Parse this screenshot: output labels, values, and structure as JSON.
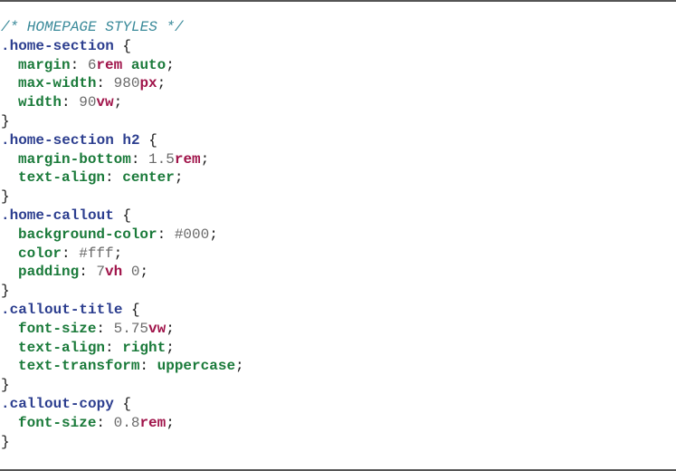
{
  "code": {
    "comment": "/* HOMEPAGE STYLES */",
    "rules": [
      {
        "selector": ".home-section",
        "declarations": [
          {
            "prop": "margin",
            "num": "6",
            "unit": "rem",
            "kw": "auto"
          },
          {
            "prop": "max-width",
            "num": "980",
            "unit": "px",
            "kw": ""
          },
          {
            "prop": "width",
            "num": "90",
            "unit": "vw",
            "kw": ""
          }
        ]
      },
      {
        "selector": ".home-section h2",
        "declarations": [
          {
            "prop": "margin-bottom",
            "num": "1.5",
            "unit": "rem",
            "kw": ""
          },
          {
            "prop": "text-align",
            "num": "",
            "unit": "",
            "kw": "center"
          }
        ]
      },
      {
        "selector": ".home-callout",
        "declarations": [
          {
            "prop": "background-color",
            "num": "#000",
            "unit": "",
            "kw": ""
          },
          {
            "prop": "color",
            "num": "#fff",
            "unit": "",
            "kw": ""
          },
          {
            "prop": "padding",
            "num": "7",
            "unit": "vh",
            "tail": "0"
          }
        ]
      },
      {
        "selector": ".callout-title",
        "declarations": [
          {
            "prop": "font-size",
            "num": "5.75",
            "unit": "vw",
            "kw": ""
          },
          {
            "prop": "text-align",
            "num": "",
            "unit": "",
            "kw": "right"
          },
          {
            "prop": "text-transform",
            "num": "",
            "unit": "",
            "kw": "uppercase"
          }
        ]
      },
      {
        "selector": ".callout-copy",
        "declarations": [
          {
            "prop": "font-size",
            "num": "0.8",
            "unit": "rem",
            "kw": ""
          }
        ]
      }
    ]
  },
  "colors": {
    "comment": "#3a8a9a",
    "selector": "#2c3e8f",
    "property": "#1a7a3a",
    "number": "#6a6a6a",
    "unit": "#a0144a"
  }
}
